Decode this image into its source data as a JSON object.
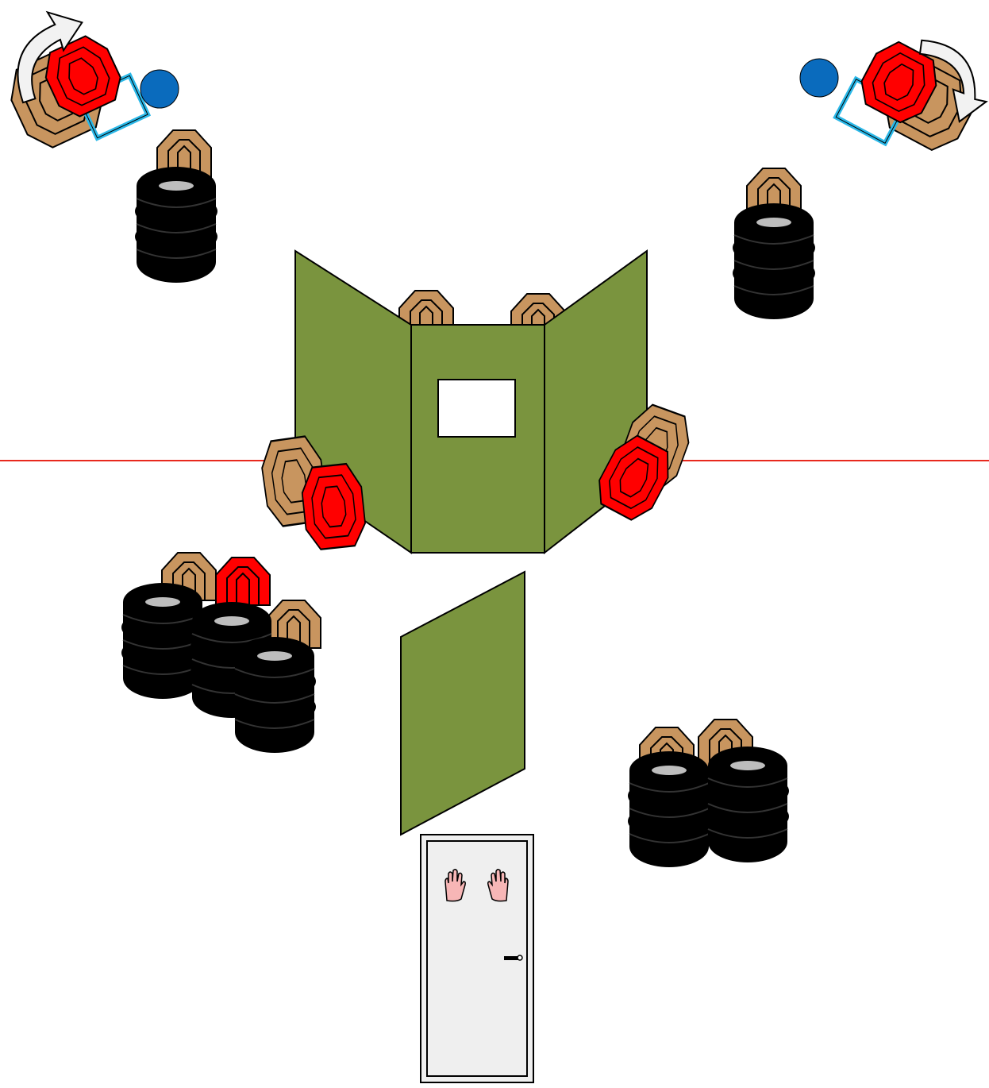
{
  "colors": {
    "background": "#ffffff",
    "fault_line": "#e8291e",
    "wall": "#7a943e",
    "wall_window": "#ffffff",
    "target_cardboard": "#c8955f",
    "target_steel": "#ff0000",
    "barrel": "#000000",
    "barrel_top": "#bdbdbd",
    "popper_disc": "#0a6bbd",
    "swinger_frame": "#2bb8e8",
    "rotation_arrow": "#f2f2f2",
    "door": "#efefef",
    "hand": "#f7b6b6",
    "outline": "#000000"
  },
  "elements": {
    "fault_line": "fault-line",
    "barricade": "barricade-wall",
    "window_port": "window-port",
    "lone_wall": "diagonal-wall",
    "start_door": "start-door",
    "hands": [
      "start-hand-icon",
      "start-hand-icon"
    ],
    "activators": [
      "popper-activator-left",
      "popper-activator-right"
    ],
    "swingers": [
      "swinger-target-left",
      "swinger-target-right"
    ]
  }
}
